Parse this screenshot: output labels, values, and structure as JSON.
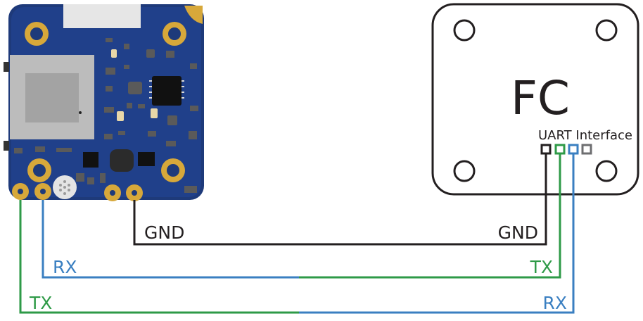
{
  "fc": {
    "title": "FC",
    "uart_label": "UART Interface"
  },
  "wires": {
    "gnd_left": "GND",
    "gnd_right": "GND",
    "rx_left": "RX",
    "tx_right": "TX",
    "tx_left": "TX",
    "rx_right": "RX"
  },
  "colors": {
    "gnd": "#231f20",
    "rx": "#3a7fc1",
    "tx": "#2e9a47",
    "board": "#1e3a7a",
    "pad": "#d7a83a"
  }
}
